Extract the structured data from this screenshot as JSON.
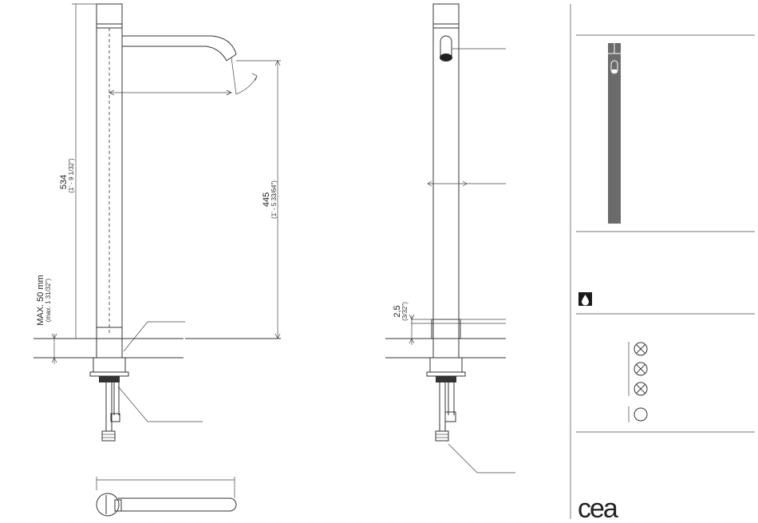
{
  "dimensions": {
    "height_total": {
      "value": "534",
      "imperial": "(1' - 9 1/32\")"
    },
    "height_spout": {
      "value": "445",
      "imperial": "(1' - 5 33/64\")"
    },
    "max_thickness": {
      "value": "MAX. 50 mm",
      "imperial": "(max. 1 31/32\")"
    },
    "base_gap": {
      "value": "2,5",
      "imperial": "(3/32\")"
    }
  },
  "panel": {
    "water_icon": "water-drop-icon",
    "symbols": [
      "crossed-circle",
      "crossed-circle",
      "crossed-circle",
      "empty-circle"
    ],
    "brand": "cea"
  },
  "colors": {
    "line": "#333333",
    "swatch": "#6b6b6b",
    "icon_bg": "#1a1a1a"
  }
}
